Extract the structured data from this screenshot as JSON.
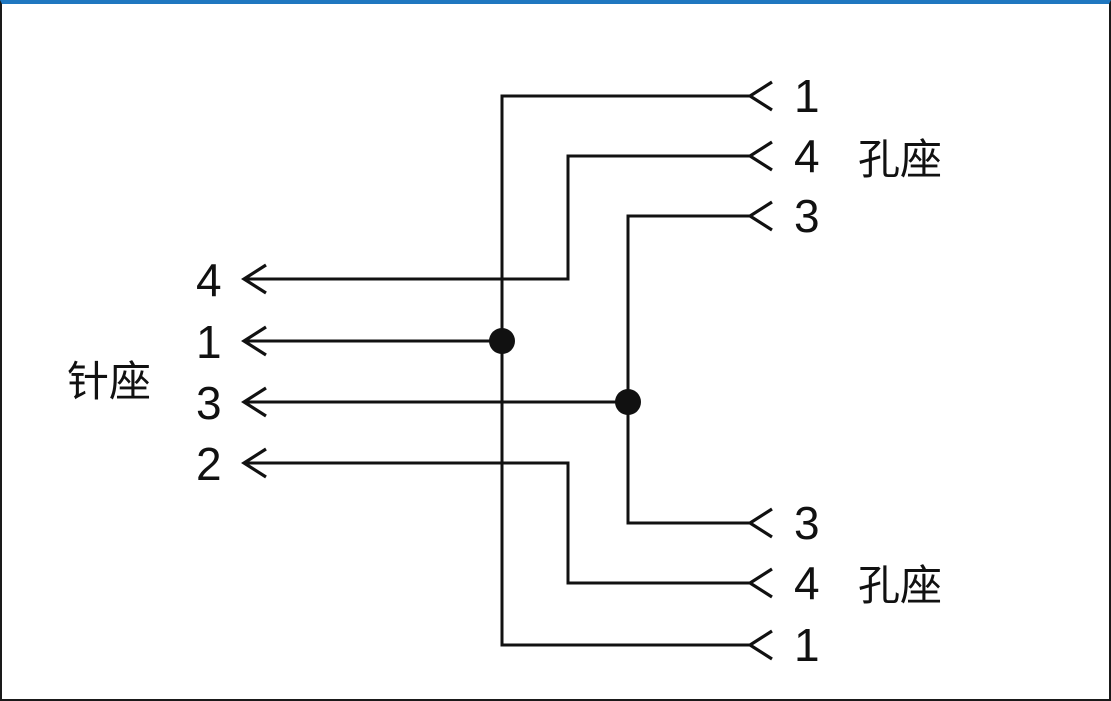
{
  "colors": {
    "line": "#111111",
    "frame_top": "#1f77c0"
  },
  "pin_header": {
    "label": "针座",
    "pins": [
      "4",
      "1",
      "3",
      "2"
    ]
  },
  "socket_top": {
    "label": "孔座",
    "pins": [
      "1",
      "4",
      "3"
    ]
  },
  "socket_bottom": {
    "label": "孔座",
    "pins": [
      "3",
      "4",
      "1"
    ]
  }
}
